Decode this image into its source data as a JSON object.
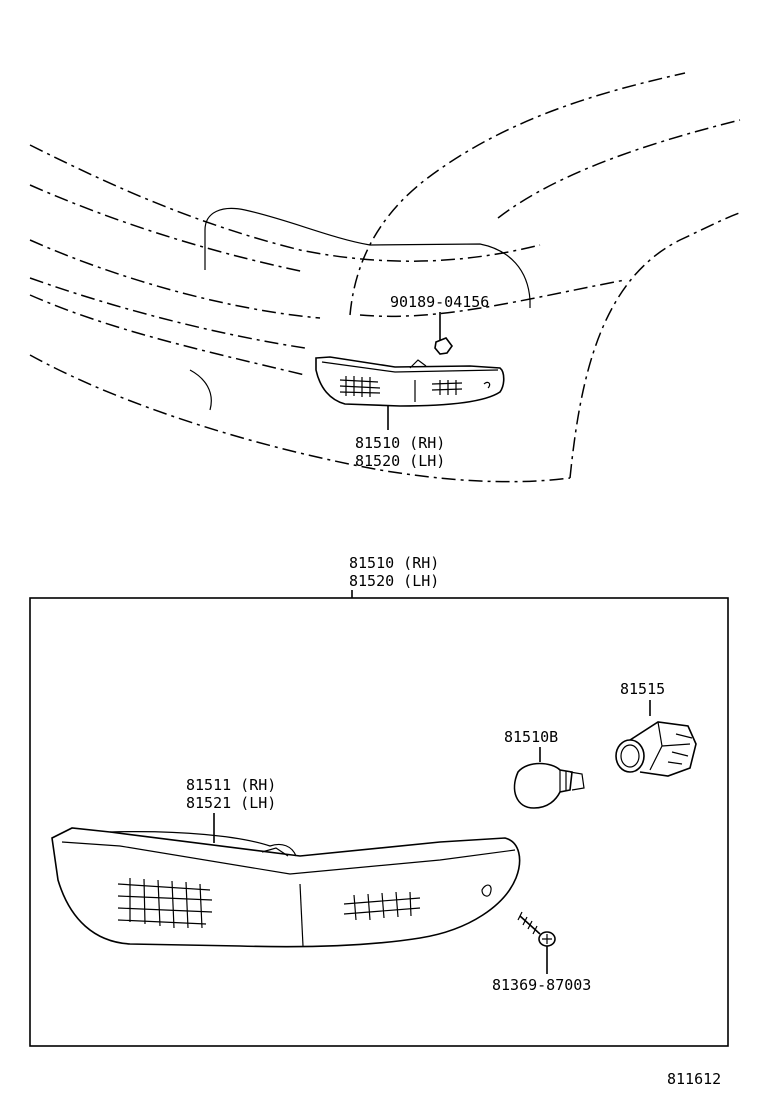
{
  "callouts": {
    "clip_upper": "90189-04156",
    "lamp_upper_rh": "81510 (RH)",
    "lamp_upper_lh": "81520 (LH)",
    "assy_rh": "81510 (RH)",
    "assy_lh": "81520 (LH)",
    "socket": "81515",
    "bulb": "81510B",
    "lens_rh": "81511 (RH)",
    "lens_lh": "81521 (LH)",
    "screw": "81369-87003"
  },
  "figure_number": "811612"
}
